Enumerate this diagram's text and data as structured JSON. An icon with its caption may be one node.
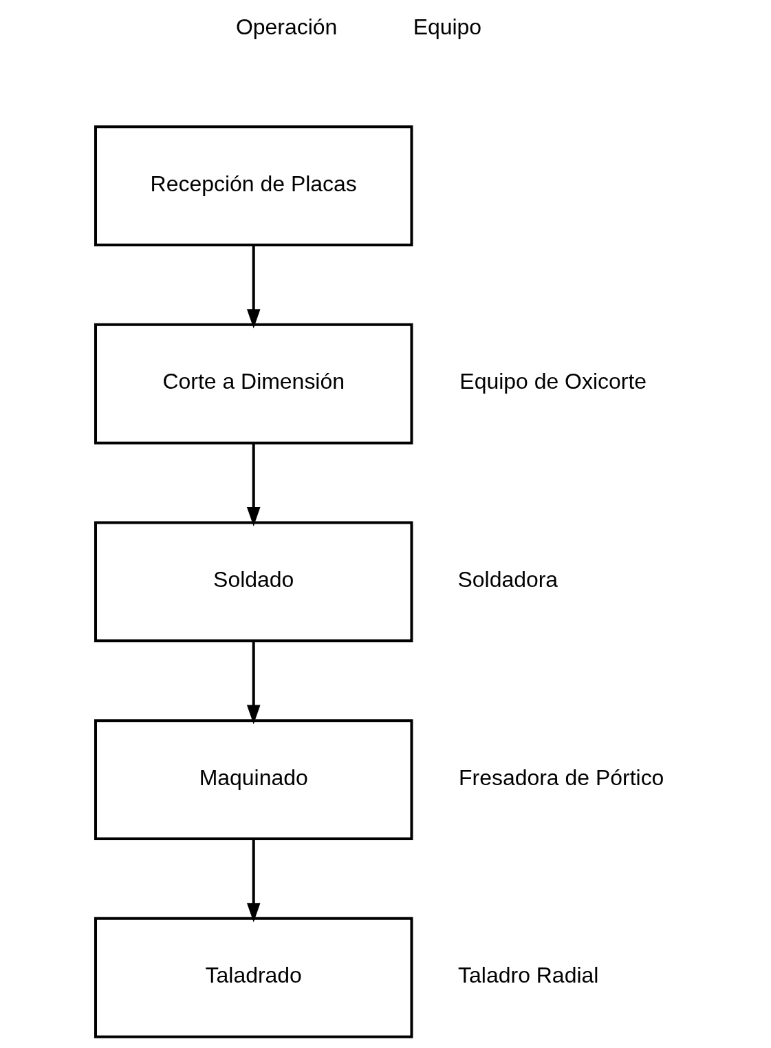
{
  "diagram": {
    "nodes": [
      {
        "text": [
          "Recepción de Placas"
        ]
      },
      {
        "text": [
          "Corte a Dimensión"
        ],
        "beside": [
          "Equipo de Oxicorte"
        ]
      },
      {
        "text": [
          "Soldado"
        ],
        "beside": [
          "Soldadora"
        ]
      },
      {
        "text": [
          "Maquinado"
        ],
        "beside": [
          "Fresadora de Pórtico"
        ]
      },
      {
        "text": [
          "Taladrado"
        ],
        "beside": [
          "Taladro Radial"
        ]
      }
    ],
    "edges": [
      {
        "from": 0,
        "to": 1,
        "arrow": "to"
      },
      {
        "from": 1,
        "to": 2,
        "arrow": "to"
      },
      {
        "from": 2,
        "to": 3,
        "arrow": "to"
      },
      {
        "from": 3,
        "to": 4,
        "arrow": "to"
      }
    ],
    "labels": [
      "Operación",
      "Equipo"
    ]
  }
}
